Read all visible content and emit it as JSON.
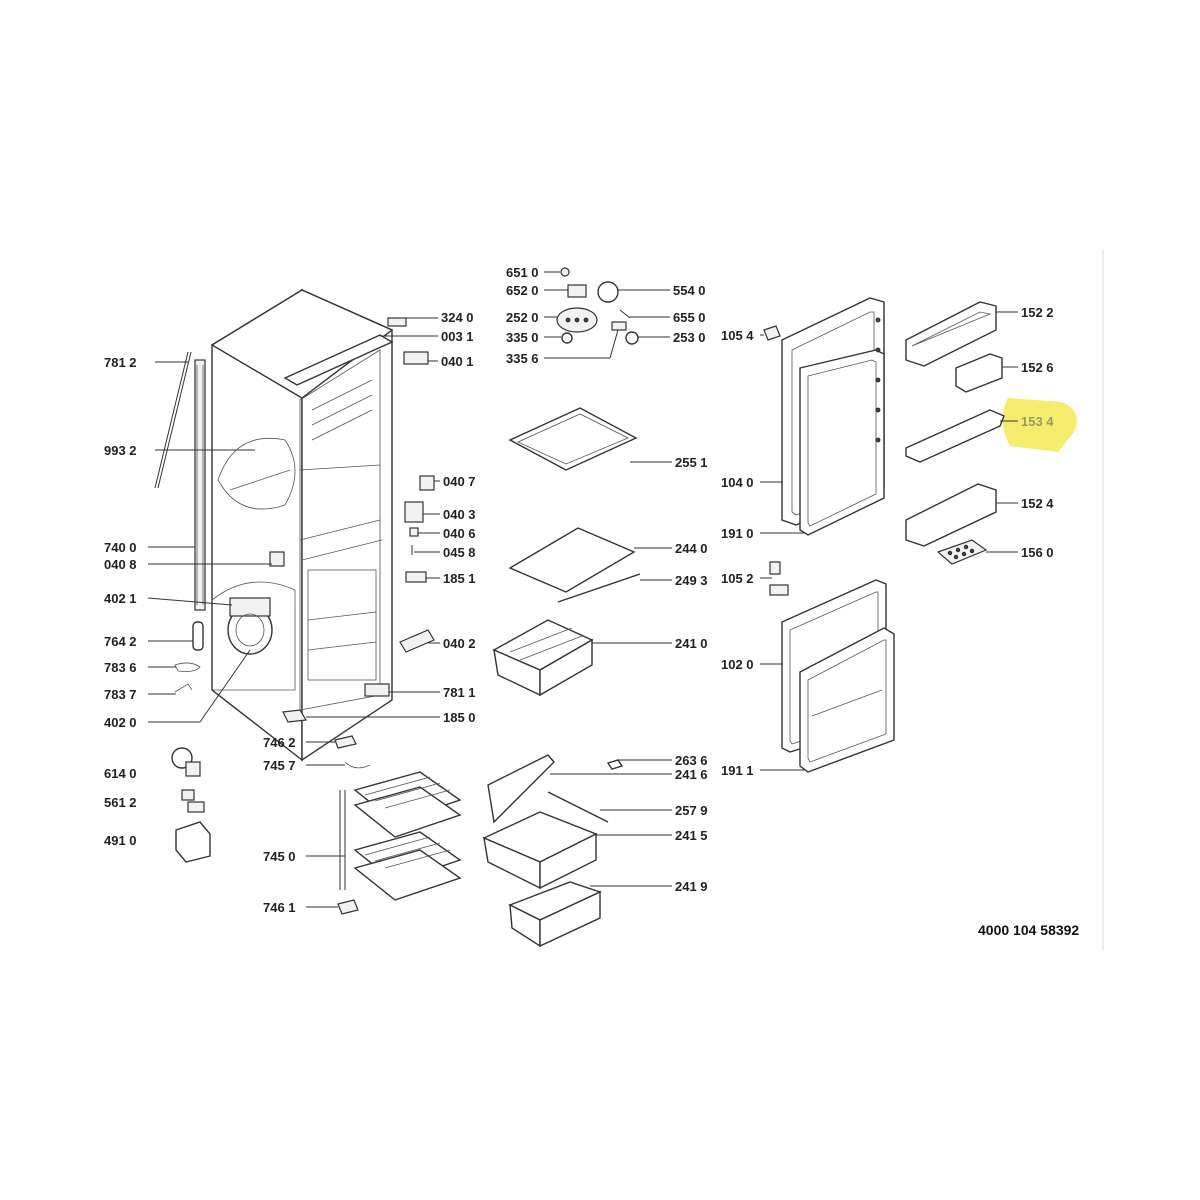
{
  "diagram": {
    "document_code": "4000 104 58392",
    "highlight_color": "#f5ea55",
    "highlighted_part": "153 4",
    "parts": [
      "324 0",
      "003 1",
      "040 1",
      "781 2",
      "993 2",
      "040 7",
      "040 3",
      "040 6",
      "045 8",
      "740 0",
      "040 8",
      "185 1",
      "402 1",
      "764 2",
      "040 2",
      "783 6",
      "783 7",
      "781 1",
      "402 0",
      "185 0",
      "651 0",
      "652 0",
      "554 0",
      "252 0",
      "655 0",
      "335 0",
      "253 0",
      "335 6",
      "255 1",
      "244 0",
      "249 3",
      "241 0",
      "746 2",
      "745 7",
      "614 0",
      "561 2",
      "491 0",
      "745 0",
      "746 1",
      "263 6",
      "241 6",
      "257 9",
      "241 5",
      "241 9",
      "105 4",
      "104 0",
      "191 0",
      "105 2",
      "102 0",
      "191 1",
      "152 2",
      "152 6",
      "153 4",
      "152 4",
      "156 0"
    ]
  }
}
